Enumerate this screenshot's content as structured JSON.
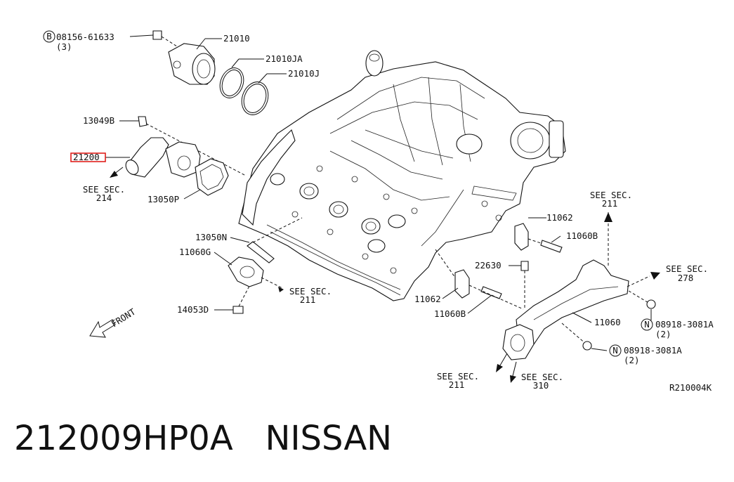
{
  "diagram": {
    "labels": {
      "bolt_08156": "08156-61633",
      "bolt_qty": "(3)",
      "bolt_prefix": "B",
      "p21010": "21010",
      "p21010ja": "21010JA",
      "p21010j": "21010J",
      "p13049b": "13049B",
      "p21200": "21200",
      "see214_a": "SEE SEC.",
      "see214_b": "214",
      "p13050p": "13050P",
      "p13050n": "13050N",
      "p11060g": "11060G",
      "see211a_a": "SEE SEC.",
      "see211a_b": "211",
      "p14053d": "14053D",
      "front": "FRONT",
      "see211b_a": "SEE SEC.",
      "see211b_b": "211",
      "p11062a": "11062",
      "p11060ba": "11060B",
      "p22630": "22630",
      "see278_a": "SEE SEC.",
      "see278_b": "278",
      "p11062b": "11062",
      "p11060bb": "11060B",
      "p11060": "11060",
      "nut_prefix": "N",
      "nut1": "08918-3081A",
      "nut1_qty": "(2)",
      "nut2": "08918-3081A",
      "nut2_qty": "(2)",
      "see211c_a": "SEE SEC.",
      "see211c_b": "211",
      "see310_a": "SEE SEC.",
      "see310_b": "310",
      "ref": "R210004K"
    },
    "highlight_color": "#e0201c"
  },
  "footer": {
    "part_number": "212009HP0A",
    "brand": "NISSAN"
  }
}
